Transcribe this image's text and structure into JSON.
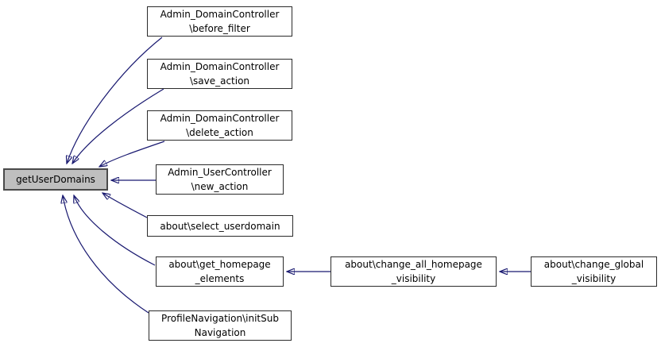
{
  "diagram": {
    "type": "call-graph",
    "description_colors": {
      "edge": "#191970",
      "node_fill": "#ffffff",
      "node_border": "#2b2b2b",
      "center_node_fill": "#bfbfbf",
      "center_node_border": "#4a4a4a",
      "background": "#ffffff"
    }
  },
  "nodes": {
    "center": {
      "label": "getUserDomains"
    },
    "before_filter": {
      "line1": "Admin_DomainController",
      "line2": "\\before_filter"
    },
    "save_action": {
      "line1": "Admin_DomainController",
      "line2": "\\save_action"
    },
    "delete_action": {
      "line1": "Admin_DomainController",
      "line2": "\\delete_action"
    },
    "new_action": {
      "line1": "Admin_UserController",
      "line2": "\\new_action"
    },
    "select_userdomain": {
      "line1": "about\\select_userdomain"
    },
    "get_homepage_elements": {
      "line1": "about\\get_homepage",
      "line2": "_elements"
    },
    "init_sub_navigation": {
      "line1": "ProfileNavigation\\initSub",
      "line2": "Navigation"
    },
    "change_all_homepage_visibility": {
      "line1": "about\\change_all_homepage",
      "line2": "_visibility"
    },
    "change_global_visibility": {
      "line1": "about\\change_global",
      "line2": "_visibility"
    }
  }
}
